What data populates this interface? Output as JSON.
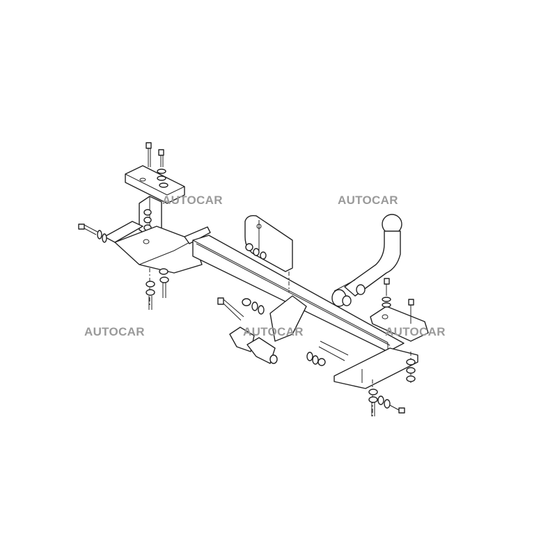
{
  "watermarks": [
    "AUTOCAR",
    "AUTOCAR",
    "AUTOCAR",
    "AUTOCAR",
    "AUTOCAR"
  ],
  "colors": {
    "line": "#222222",
    "watermark": "#9a9a9a",
    "background": "#ffffff"
  }
}
